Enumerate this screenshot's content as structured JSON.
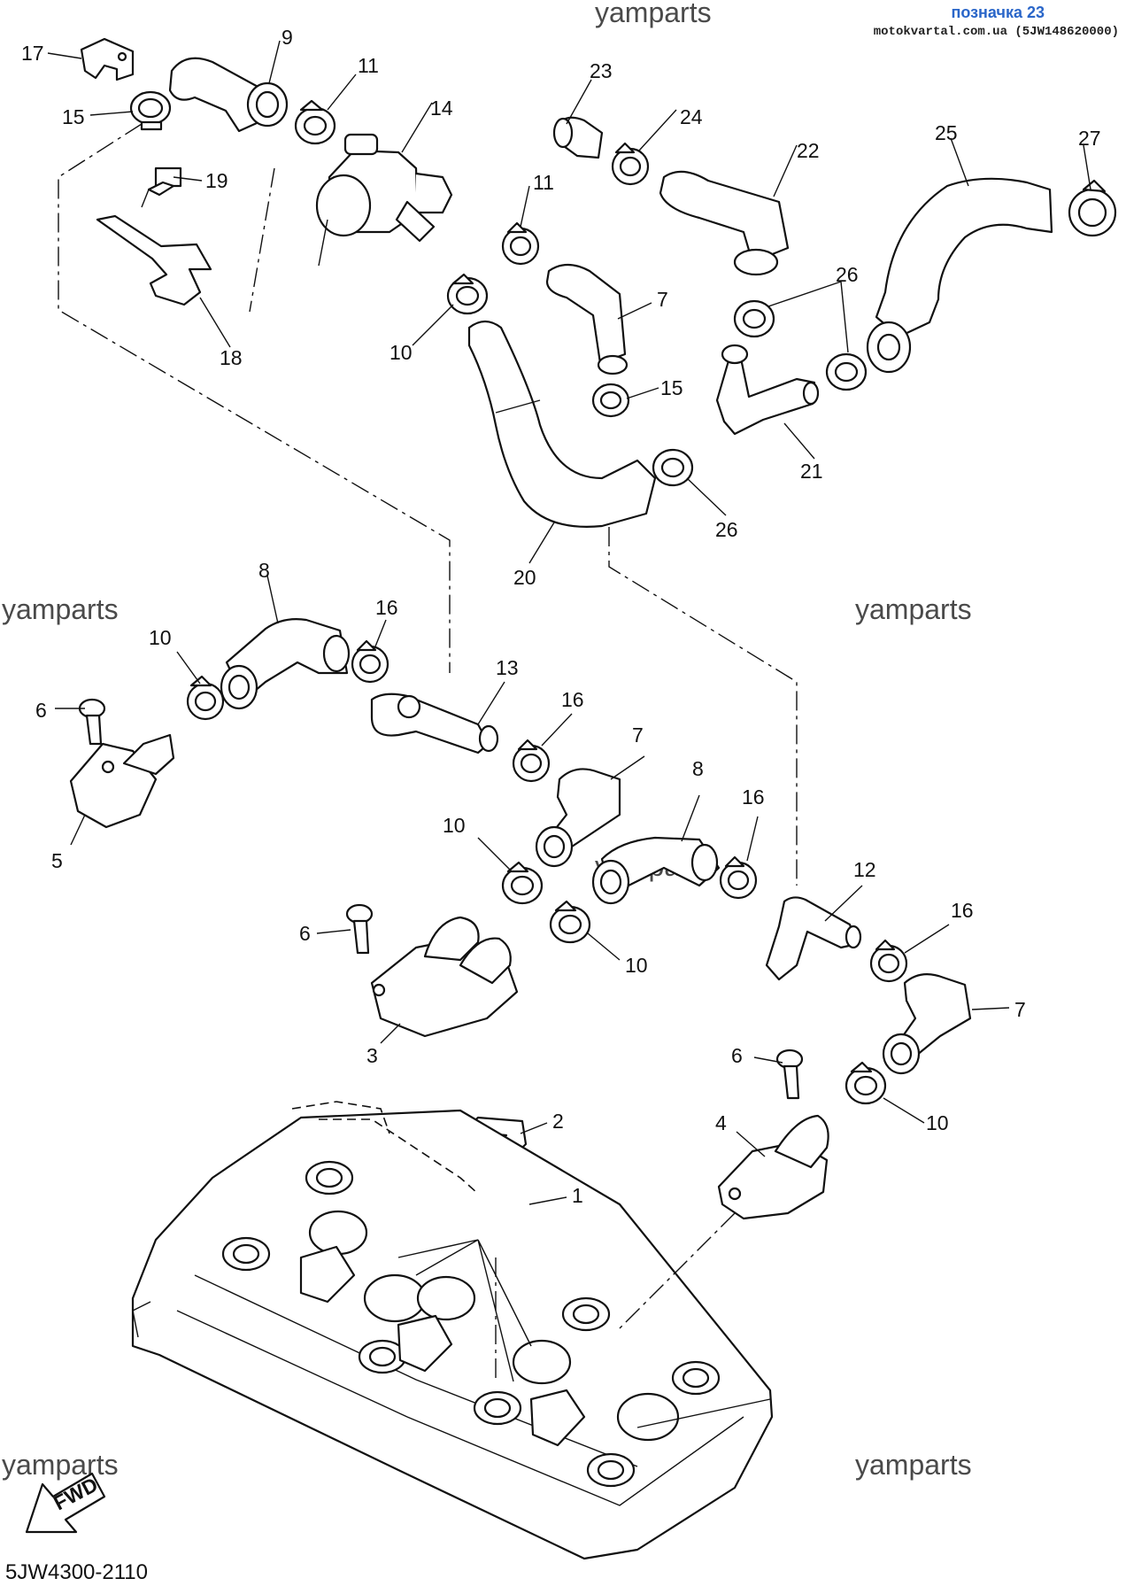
{
  "header": {
    "title": "позначка 23",
    "subtitle": "motokvartal.com.ua (5JW148620000)"
  },
  "watermarks": [
    "yamparts",
    "yamparts",
    "yamparts",
    "yamparts",
    "yamparts",
    "yamparts"
  ],
  "diagram_code": "5JW4300-2110",
  "fwd_label": "FWD",
  "callouts": [
    "17",
    "9",
    "11",
    "14",
    "23",
    "24",
    "22",
    "25",
    "27",
    "15",
    "19",
    "11",
    "26",
    "7",
    "18",
    "10",
    "15",
    "21",
    "26",
    "20",
    "8",
    "16",
    "13",
    "10",
    "6",
    "16",
    "7",
    "5",
    "8",
    "16",
    "10",
    "12",
    "6",
    "10",
    "16",
    "3",
    "7",
    "6",
    "2",
    "4",
    "10",
    "1"
  ]
}
